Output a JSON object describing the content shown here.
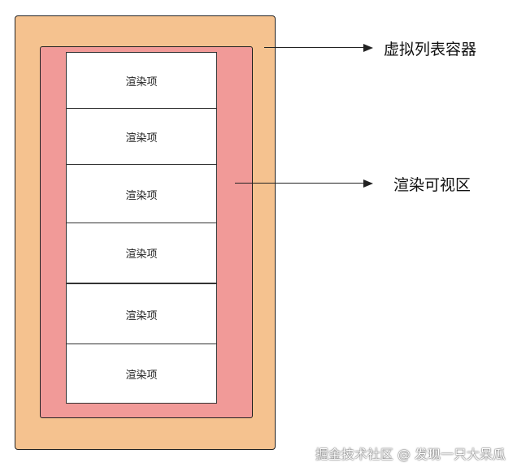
{
  "diagram": {
    "items": [
      {
        "label": "渲染项"
      },
      {
        "label": "渲染项"
      },
      {
        "label": "渲染项"
      },
      {
        "label": "渲染项"
      },
      {
        "label": "渲染项"
      },
      {
        "label": "渲染项"
      }
    ],
    "callouts": {
      "container_label": "虚拟列表容器",
      "visible_area_label": "渲染可视区"
    },
    "colors": {
      "container_fill": "#f5c28f",
      "visible_area_fill": "#f19a98",
      "item_fill": "#ffffff"
    }
  },
  "watermark": "掘金技术社区 @ 发现一只大呆瓜"
}
